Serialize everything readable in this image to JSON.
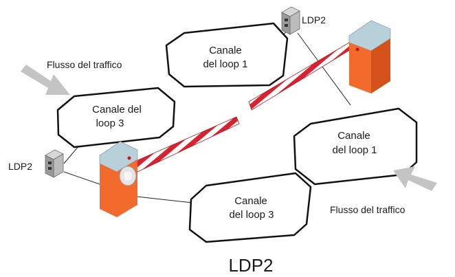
{
  "loops": {
    "top_loop1": [
      "Canale",
      "del loop 1"
    ],
    "right_loop1": [
      "Canale",
      "del loop 1"
    ],
    "left_loop3": [
      "Canale del",
      "loop 3"
    ],
    "bottom_loop3": [
      "Canale",
      "del loop 3"
    ]
  },
  "flows": {
    "top_left": "Flusso del traffico",
    "bottom_right": "Flusso del traffico"
  },
  "devices": {
    "top": "LDP2",
    "left": "LDP2"
  },
  "caption": "LDP2",
  "colors": {
    "barrier_body": "#f26a2c",
    "barrier_side": "#d4521a",
    "barrier_top": "#b8d0da",
    "arm_red": "#d7232f",
    "arm_white": "#ffffff",
    "arrow": "#c4c4c4",
    "loop_stroke": "#111111"
  }
}
